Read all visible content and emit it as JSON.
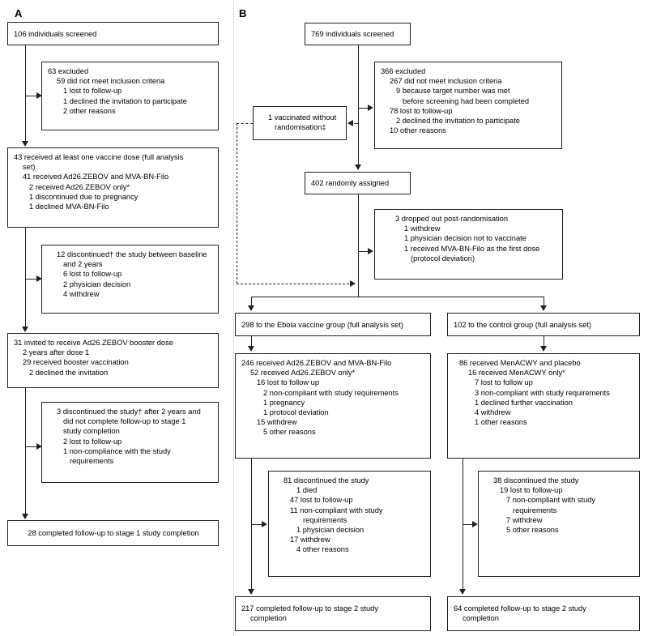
{
  "figure": {
    "type": "consort-flow-diagram",
    "panels": [
      {
        "id": "A",
        "label": "A",
        "nodes": [
          {
            "name": "screened",
            "lines": [
              {
                "text": "106 individuals screened",
                "indent": 0
              }
            ]
          },
          {
            "name": "excluded",
            "lines": [
              {
                "text": "63 excluded",
                "indent": 0
              },
              {
                "text": "59 did not meet inclusion criteria",
                "indent": 1
              },
              {
                "text": "1 lost to follow-up",
                "indent": 2
              },
              {
                "text": "1 declined the invitation to participate",
                "indent": 2
              },
              {
                "text": "2 other reasons",
                "indent": 2
              }
            ]
          },
          {
            "name": "received-vaccine-dose",
            "lines": [
              {
                "text": "43 received at least one vaccine dose (full analysis",
                "indent": 0
              },
              {
                "text": "set)",
                "indent": 1
              },
              {
                "text": "41 received Ad26.ZEBOV and MVA-BN-Filo",
                "indent": 1
              },
              {
                "text": "2 received Ad26.ZEBOV only*",
                "indent": 2
              },
              {
                "text": "1 discontinued due to pregnancy",
                "indent": 2
              },
              {
                "text": "1 declined MVA-BN-Filo",
                "indent": 2
              }
            ]
          },
          {
            "name": "discontinued-baseline-2-years",
            "lines": [
              {
                "text": "12 discontinued† the study between baseline",
                "indent": 0
              },
              {
                "text": "and 2 years",
                "indent": 1
              },
              {
                "text": "6 lost to follow-up",
                "indent": 1
              },
              {
                "text": "2 physician decision",
                "indent": 1
              },
              {
                "text": "4 withdrew",
                "indent": 1
              }
            ]
          },
          {
            "name": "booster-invited",
            "lines": [
              {
                "text": "31 invited to receive Ad26.ZEBOV booster dose",
                "indent": 0
              },
              {
                "text": "2 years after dose 1",
                "indent": 1
              },
              {
                "text": "29 received booster vaccination",
                "indent": 1
              },
              {
                "text": "2 declined the invitation",
                "indent": 2
              }
            ]
          },
          {
            "name": "discontinued-after-2-years",
            "lines": [
              {
                "text": "3 discontinued the study† after 2 years and",
                "indent": 0
              },
              {
                "text": "did not complete follow-up to stage 1",
                "indent": 1
              },
              {
                "text": "study completion",
                "indent": 1
              },
              {
                "text": "2 lost to follow-up",
                "indent": 1
              },
              {
                "text": "1 non-compliance with the study",
                "indent": 1
              },
              {
                "text": "requirements",
                "indent": 2
              }
            ]
          },
          {
            "name": "completed-stage-1",
            "lines": [
              {
                "text": "28 completed follow-up to stage 1 study completion",
                "indent": 0
              }
            ]
          }
        ]
      },
      {
        "id": "B",
        "label": "B",
        "nodes": [
          {
            "name": "screened",
            "lines": [
              {
                "text": "769 individuals screened",
                "indent": 0
              }
            ]
          },
          {
            "name": "excluded",
            "lines": [
              {
                "text": "366 excluded",
                "indent": 0
              },
              {
                "text": "267 did not meet inclusion criteria",
                "indent": 1
              },
              {
                "text": "9 because target number was met",
                "indent": 2
              },
              {
                "text": "before screening had been completed",
                "indent": 3
              },
              {
                "text": "78 lost to follow-up",
                "indent": 1
              },
              {
                "text": "2 declined the invitation to participate",
                "indent": 2
              },
              {
                "text": "10 other reasons",
                "indent": 1
              }
            ]
          },
          {
            "name": "vaccinated-without-randomisation",
            "lines": [
              {
                "text": "1 vaccinated without",
                "indent": 0
              },
              {
                "text": "randomisation‡",
                "indent": 1
              }
            ]
          },
          {
            "name": "randomly-assigned",
            "lines": [
              {
                "text": "402 randomly assigned",
                "indent": 0
              }
            ]
          },
          {
            "name": "dropped-out-post-randomisation",
            "lines": [
              {
                "text": "3 dropped out post-randomisation",
                "indent": 0
              },
              {
                "text": "1 withdrew",
                "indent": 1
              },
              {
                "text": "1 physician decision not to vaccinate",
                "indent": 1
              },
              {
                "text": "1 received MVA-BN-Filo as the first dose",
                "indent": 1
              },
              {
                "text": "(protocol deviation)",
                "indent": 2
              }
            ]
          },
          {
            "name": "ebola-vaccine-group",
            "lines": [
              {
                "text": "298 to the Ebola vaccine group (full analysis set)",
                "indent": 0
              }
            ]
          },
          {
            "name": "control-group",
            "lines": [
              {
                "text": "102 to the control group (full analysis set)",
                "indent": 0
              }
            ]
          },
          {
            "name": "ebola-vaccine-received",
            "lines": [
              {
                "text": "246 received Ad26.ZEBOV and MVA-BN-Filo",
                "indent": 0
              },
              {
                "text": "52 received Ad26.ZEBOV only*",
                "indent": 1
              },
              {
                "text": "16 lost to follow up",
                "indent": 2
              },
              {
                "text": "2 non-compliant with study requirements",
                "indent": 3
              },
              {
                "text": "1 pregnancy",
                "indent": 3
              },
              {
                "text": "1 protocol deviation",
                "indent": 3
              },
              {
                "text": "15 withdrew",
                "indent": 2
              },
              {
                "text": "5 other reasons",
                "indent": 3
              }
            ]
          },
          {
            "name": "control-received",
            "lines": [
              {
                "text": "86 received MenACWY and placebo",
                "indent": 0
              },
              {
                "text": "16 received MenACWY only*",
                "indent": 1
              },
              {
                "text": "7 lost to follow up",
                "indent": 2
              },
              {
                "text": "3 non-compliant with study requirements",
                "indent": 2
              },
              {
                "text": "1 declined further vaccination",
                "indent": 2
              },
              {
                "text": "4 withdrew",
                "indent": 2
              },
              {
                "text": "1 other reasons",
                "indent": 2
              }
            ]
          },
          {
            "name": "ebola-vaccine-discontinued",
            "lines": [
              {
                "text": "81 discontinued the study",
                "indent": 0
              },
              {
                "text": "1 died",
                "indent": 2
              },
              {
                "text": "47 lost to follow-up",
                "indent": 1
              },
              {
                "text": "11 non-compliant with study",
                "indent": 1
              },
              {
                "text": "requirements",
                "indent": 3
              },
              {
                "text": "1 physician decision",
                "indent": 2
              },
              {
                "text": "17 withdrew",
                "indent": 1
              },
              {
                "text": "4 other reasons",
                "indent": 2
              }
            ]
          },
          {
            "name": "control-discontinued",
            "lines": [
              {
                "text": "38 discontinued the study",
                "indent": 0
              },
              {
                "text": "19 lost to follow-up",
                "indent": 1
              },
              {
                "text": "7 non-compliant with study",
                "indent": 2
              },
              {
                "text": "requirements",
                "indent": 3
              },
              {
                "text": "7 withdrew",
                "indent": 2
              },
              {
                "text": "5 other reasons",
                "indent": 2
              }
            ]
          },
          {
            "name": "ebola-vaccine-completed",
            "lines": [
              {
                "text": "217 completed follow-up to stage 2 study",
                "indent": 0
              },
              {
                "text": "completion",
                "indent": 1
              }
            ]
          },
          {
            "name": "control-completed",
            "lines": [
              {
                "text": "64 completed follow-up to stage 2 study",
                "indent": 0
              },
              {
                "text": "completion",
                "indent": 1
              }
            ]
          }
        ]
      }
    ]
  }
}
